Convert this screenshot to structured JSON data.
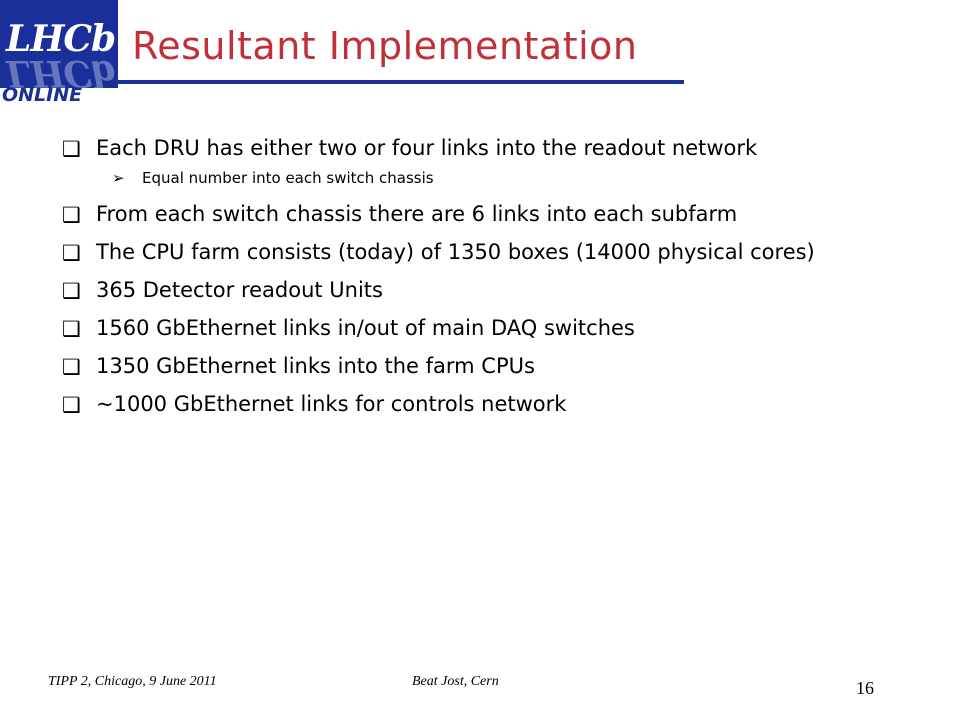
{
  "logo": {
    "brand": "LHCb",
    "subtitle": "ONLINE"
  },
  "title": "Resultant Implementation",
  "bullets": [
    {
      "text": "Each DRU has either two or four links into the readout network",
      "sub": [
        "Equal number into each switch chassis"
      ]
    },
    {
      "text": "From each switch chassis there are 6 links into each subfarm",
      "sub": []
    },
    {
      "text": "The CPU farm consists (today) of 1350 boxes (14000 physical cores)",
      "sub": []
    },
    {
      "text": "365 Detector readout Units",
      "sub": []
    },
    {
      "text": "1560 GbEthernet links in/out of main DAQ switches",
      "sub": []
    },
    {
      "text": "1350 GbEthernet links into the farm CPUs",
      "sub": []
    },
    {
      "text": "~1000 GbEthernet links for controls network",
      "sub": []
    }
  ],
  "markers": {
    "bullet": "❑",
    "sub": "➢"
  },
  "footer": {
    "event": "TIPP 2, Chicago, 9 June 2011",
    "author": "Beat Jost, Cern",
    "page": "16"
  },
  "colors": {
    "title": "#c0303a",
    "accent": "#1a2f9a"
  }
}
